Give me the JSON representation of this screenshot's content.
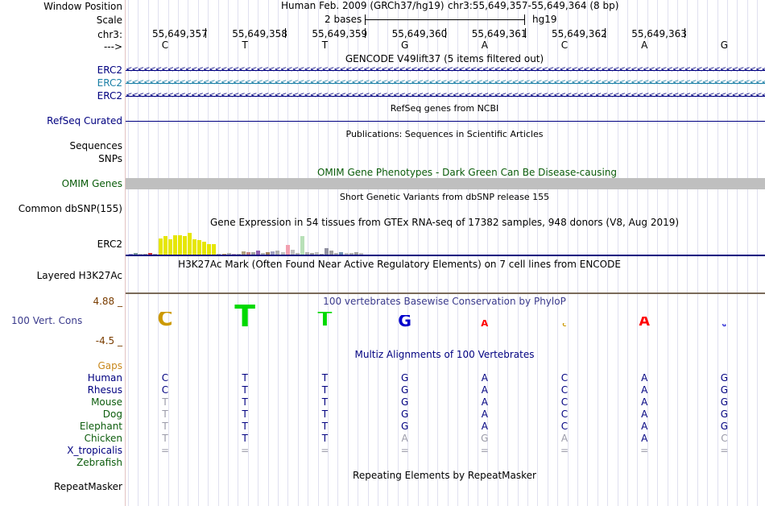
{
  "colors": {
    "navy": "#000080",
    "teal": "#1b7fa6",
    "green": "#0c5c0c",
    "dark_green_omim": "#0a5c0a",
    "orange": "#c8871b",
    "purple": "#3a3a8c",
    "omim_bar": "#bfbfbf",
    "gtex_yellow": "#e6e600",
    "phylo_t": "#00d900",
    "phylo_g": "#0000cc",
    "phylo_a": "#ff0000",
    "phylo_c": "#cc9900",
    "gray_base": "#9a9aa8"
  },
  "header": {
    "window_position_label": "Window Position",
    "scale_label": "Scale",
    "chr_label": "chr3:",
    "arrow_label": "--->",
    "assembly_text": "Human Feb. 2009 (GRCh37/hg19)",
    "position_text": "chr3:55,649,357-55,649,364 (8 bp)",
    "scale_text": "2 bases",
    "db_text": "hg19",
    "coordinates": [
      "55,649,357",
      "55,649,358",
      "55,649,359",
      "55,649,360",
      "55,649,361",
      "55,649,362",
      "55,649,363"
    ],
    "bases": [
      "C",
      "T",
      "T",
      "G",
      "A",
      "C",
      "A",
      "G"
    ]
  },
  "tracks": {
    "gencode": {
      "title": "GENCODE V49lift37 (5 items filtered out)",
      "items": [
        "ERC2",
        "ERC2",
        "ERC2"
      ]
    },
    "refseq": {
      "title": "RefSeq genes from NCBI",
      "label": "RefSeq Curated"
    },
    "publications": {
      "title": "Publications: Sequences in Scientific Articles",
      "labels": [
        "Sequences",
        "SNPs"
      ]
    },
    "omim": {
      "title": "OMIM Gene Phenotypes - Dark Green Can Be Disease-causing",
      "label": "OMIM Genes"
    },
    "dbsnp": {
      "title": "Short Genetic Variants from dbSNP release 155",
      "label": "Common dbSNP(155)"
    },
    "gtex": {
      "title": "Gene Expression in 54 tissues from GTEx RNA-seq of 17382 samples, 948 donors (V8, Aug 2019)",
      "label": "ERC2",
      "bars": [
        {
          "v": 0.05,
          "c": "#a0a0d0"
        },
        {
          "v": 0.08,
          "c": "#7a9a9a"
        },
        {
          "v": 0.04,
          "c": "#c0c0c0"
        },
        {
          "v": 0.03,
          "c": "#aaaaaa"
        },
        {
          "v": 0.06,
          "c": "#cc3333"
        },
        {
          "v": 0.05,
          "c": "#b0b0b0"
        },
        {
          "v": 0.75,
          "c": "#e6e600"
        },
        {
          "v": 0.85,
          "c": "#e6e600"
        },
        {
          "v": 0.7,
          "c": "#e6e600"
        },
        {
          "v": 0.9,
          "c": "#e6e600"
        },
        {
          "v": 0.88,
          "c": "#e6e600"
        },
        {
          "v": 0.86,
          "c": "#e6e600"
        },
        {
          "v": 1.0,
          "c": "#e6e600"
        },
        {
          "v": 0.72,
          "c": "#e6e600"
        },
        {
          "v": 0.68,
          "c": "#e6e600"
        },
        {
          "v": 0.6,
          "c": "#e6e600"
        },
        {
          "v": 0.48,
          "c": "#e6e600"
        },
        {
          "v": 0.5,
          "c": "#e6e600"
        },
        {
          "v": 0.05,
          "c": "#b0b0b0"
        },
        {
          "v": 0.04,
          "c": "#c8a060"
        },
        {
          "v": 0.06,
          "c": "#b0b0b0"
        },
        {
          "v": 0.05,
          "c": "#c0a0c0"
        },
        {
          "v": 0.04,
          "c": "#b0b0b0"
        },
        {
          "v": 0.15,
          "c": "#b0a080"
        },
        {
          "v": 0.1,
          "c": "#c08080"
        },
        {
          "v": 0.12,
          "c": "#a0a0a0"
        },
        {
          "v": 0.2,
          "c": "#9060b0"
        },
        {
          "v": 0.08,
          "c": "#b0b0b0"
        },
        {
          "v": 0.12,
          "c": "#a08060"
        },
        {
          "v": 0.14,
          "c": "#a0a0c0"
        },
        {
          "v": 0.18,
          "c": "#b0b0b0"
        },
        {
          "v": 0.1,
          "c": "#c0c0c0"
        },
        {
          "v": 0.45,
          "c": "#f2a0b0"
        },
        {
          "v": 0.22,
          "c": "#c0c0c0"
        },
        {
          "v": 0.08,
          "c": "#b0b0b0"
        },
        {
          "v": 0.84,
          "c": "#b8e0b8"
        },
        {
          "v": 0.1,
          "c": "#b0b0b0"
        },
        {
          "v": 0.07,
          "c": "#a0a0a0"
        },
        {
          "v": 0.1,
          "c": "#c0c0c0"
        },
        {
          "v": 0.05,
          "c": "#b0b0b0"
        },
        {
          "v": 0.3,
          "c": "#9090a0"
        },
        {
          "v": 0.18,
          "c": "#a0a0a0"
        },
        {
          "v": 0.08,
          "c": "#b0b0b0"
        },
        {
          "v": 0.1,
          "c": "#7090b0"
        },
        {
          "v": 0.08,
          "c": "#c0c0c0"
        },
        {
          "v": 0.06,
          "c": "#b0b0b0"
        },
        {
          "v": 0.1,
          "c": "#a0a0a0"
        },
        {
          "v": 0.08,
          "c": "#c0c0c0"
        }
      ]
    },
    "h3k27ac": {
      "title": "H3K27Ac Mark (Often Found Near Active Regulatory Elements) on 7 cell lines from ENCODE",
      "label": "Layered H3K27Ac"
    },
    "phylop": {
      "title": "100 vertebrates Basewise Conservation by PhyloP",
      "label": "100 Vert. Cons",
      "y_max_label": "4.88 _",
      "y_min_label": "-4.5 _",
      "scores": [
        0.45,
        0.65,
        0.45,
        0.35,
        0.2,
        0.12,
        0.3,
        0.1
      ]
    },
    "multiz": {
      "title": "Multiz Alignments of 100 Vertebrates",
      "gaps_label": "Gaps",
      "species": [
        {
          "name": "Human",
          "bases": [
            "C",
            "T",
            "T",
            "G",
            "A",
            "C",
            "A",
            "G"
          ],
          "gray": [
            0,
            0,
            0,
            0,
            0,
            0,
            0,
            0
          ]
        },
        {
          "name": "Rhesus",
          "bases": [
            "C",
            "T",
            "T",
            "G",
            "A",
            "C",
            "A",
            "G"
          ],
          "gray": [
            0,
            0,
            0,
            0,
            0,
            0,
            0,
            0
          ]
        },
        {
          "name": "Mouse",
          "bases": [
            "T",
            "T",
            "T",
            "G",
            "A",
            "C",
            "A",
            "G"
          ],
          "gray": [
            1,
            0,
            0,
            0,
            0,
            0,
            0,
            0
          ]
        },
        {
          "name": "Dog",
          "bases": [
            "T",
            "T",
            "T",
            "G",
            "A",
            "C",
            "A",
            "G"
          ],
          "gray": [
            1,
            0,
            0,
            0,
            0,
            0,
            0,
            0
          ]
        },
        {
          "name": "Elephant",
          "bases": [
            "T",
            "T",
            "T",
            "G",
            "A",
            "C",
            "A",
            "G"
          ],
          "gray": [
            1,
            0,
            0,
            0,
            0,
            0,
            0,
            0
          ]
        },
        {
          "name": "Chicken",
          "bases": [
            "T",
            "T",
            "T",
            "A",
            "G",
            "A",
            "A",
            "C"
          ],
          "gray": [
            1,
            0,
            0,
            1,
            1,
            1,
            0,
            1
          ]
        },
        {
          "name": "X_tropicalis",
          "bases": [
            "=",
            "=",
            "=",
            "=",
            "=",
            "=",
            "=",
            "="
          ],
          "gray": [
            1,
            1,
            1,
            1,
            1,
            1,
            1,
            1
          ]
        },
        {
          "name": "Zebrafish",
          "bases": [
            "",
            "",
            "",
            "",
            "",
            "",
            "",
            ""
          ],
          "gray": [
            0,
            0,
            0,
            0,
            0,
            0,
            0,
            0
          ]
        }
      ]
    },
    "repeatmasker": {
      "title": "Repeating Elements by RepeatMasker",
      "label": "RepeatMasker"
    }
  }
}
